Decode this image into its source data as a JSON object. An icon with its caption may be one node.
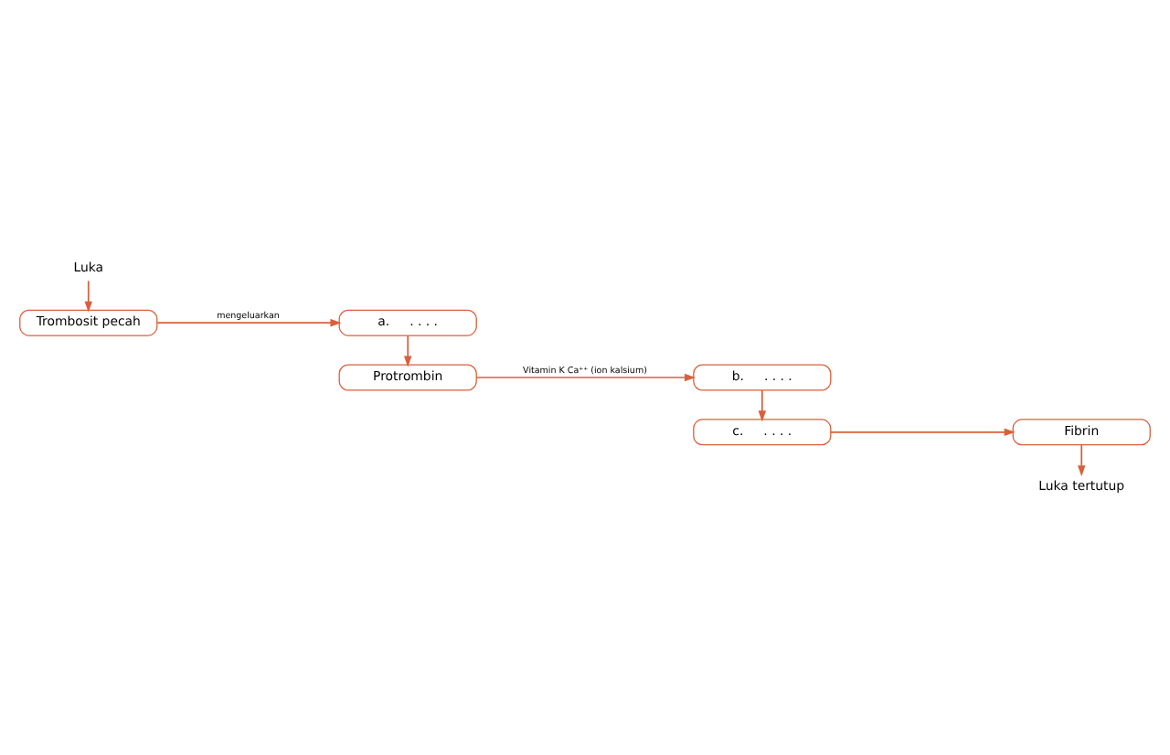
{
  "diagram": {
    "nodes": [
      {
        "text": [
          "Luka"
        ]
      },
      {
        "text": [
          "Trombosit pecah"
        ]
      },
      {
        "text": [
          "a.     . . . ."
        ]
      },
      {
        "text": [
          "Protrombin"
        ]
      },
      {
        "text": [
          "b.     . . . ."
        ]
      },
      {
        "text": [
          "c.     . . . ."
        ]
      },
      {
        "text": [
          "Fibrin"
        ]
      },
      {
        "text": [
          "Luka tertutup"
        ]
      }
    ],
    "edges": [
      {
        "from": 0,
        "to": 1,
        "arrow": "to"
      },
      {
        "from": 1,
        "to": 2,
        "arrow": "to",
        "label": "mengeluarkan"
      },
      {
        "from": 2,
        "to": 3,
        "arrow": "to"
      },
      {
        "from": 3,
        "to": 4,
        "arrow": "to",
        "label": "Vitamin K Ca⁺⁺ (ion kalsium)"
      },
      {
        "from": 4,
        "to": 5,
        "arrow": "to"
      },
      {
        "from": 5,
        "to": 6,
        "arrow": "to"
      },
      {
        "from": 6,
        "to": 7,
        "arrow": "to"
      }
    ]
  }
}
